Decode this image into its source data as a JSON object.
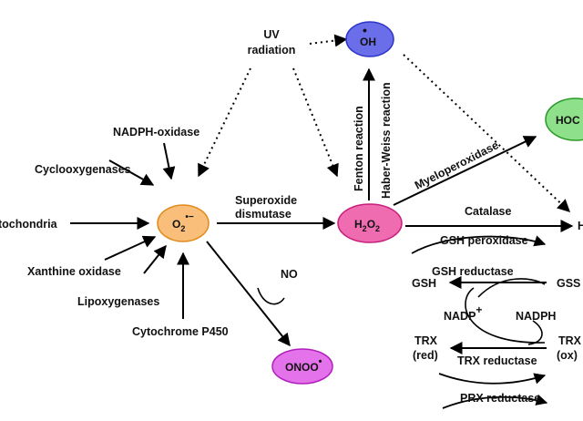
{
  "nodes": {
    "hydroxyl": {
      "label": "OH",
      "radical_mark": "•",
      "color": "#6a6ee8",
      "border": "#2b34c8"
    },
    "superoxide": {
      "label": "O",
      "sub": "2",
      "sup": "•−",
      "color": "#f9be79",
      "border": "#e08a1c"
    },
    "h2o2": {
      "label_parts": [
        "H",
        "2",
        "O",
        "2"
      ],
      "color": "#f06cb0",
      "border": "#c81e7a"
    },
    "peroxynitrite": {
      "label": "ONOO",
      "sup": "•",
      "color": "#e472ea",
      "border": "#b01ebc"
    },
    "hocl": {
      "label": "HOC",
      "color": "#8fe08a",
      "border": "#2a9a28"
    }
  },
  "sources": {
    "uv": [
      "UV",
      "radiation"
    ],
    "nadph_oxidase": "NADPH-oxidase",
    "cyclooxygenases": "Cyclooxygenases",
    "mitochondria": "tochondria",
    "xanthine_oxidase": "Xanthine oxidase",
    "lipoxygenases": "Lipoxygenases",
    "cytochrome": "Cytochrome P450"
  },
  "reactions": {
    "sod": [
      "Superoxide",
      "dismutase"
    ],
    "no": "NO",
    "fenton": "Fenton reaction",
    "haber_weiss": "Haber-Weiss reaction",
    "myeloperoxidase": "Myeloperoxidase",
    "catalase": "Catalase",
    "catalase_product": "H",
    "gsh_peroxidase": "GSH peroxidase",
    "gsh_reductase": "GSH reductase",
    "gsh": "GSH",
    "gssg": "GSS",
    "nadp": "NADP",
    "nadp_sup": "+",
    "nadph": "NADPH",
    "trx_red": [
      "TRX",
      "(red)"
    ],
    "trx_ox": [
      "TRX",
      "(ox)"
    ],
    "trx_reductase": "TRX reductase",
    "prx_reductase": "PRX reductase"
  }
}
